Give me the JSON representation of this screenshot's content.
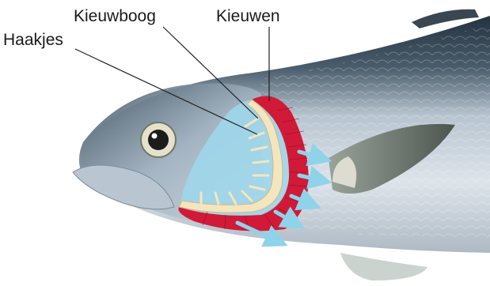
{
  "labels": {
    "haakjes": "Haakjes",
    "kieuwboog": "Kieuwboog",
    "kieuwen": "Kieuwen"
  },
  "colors": {
    "background": "#ffffff",
    "gill_red": "#d01a38",
    "gill_arch": "#f3e6bf",
    "water_flow": "#8fd3ea",
    "body_silver": "#c9d4de",
    "back_dark": "#2f3d4a"
  },
  "icons": [
    "arrow-icon"
  ]
}
